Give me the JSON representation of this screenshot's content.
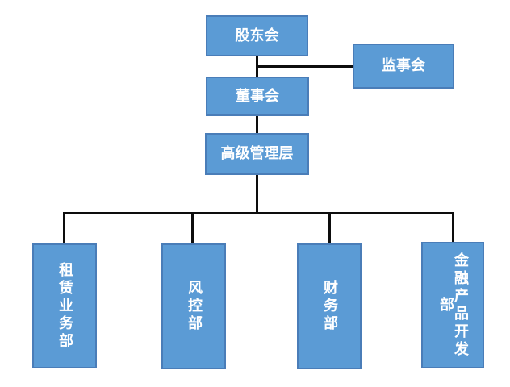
{
  "diagram_type": "org-chart",
  "colors": {
    "node_fill": "#5b9bd5",
    "node_border": "#4a7db8",
    "node_text": "#ffffff",
    "connector": "#0d0d0d",
    "background": "#ffffff"
  },
  "nodes": {
    "shareholders": {
      "label": "股东会"
    },
    "supervisory": {
      "label": "监事会"
    },
    "board": {
      "label": "董事会"
    },
    "senior": {
      "label": "高级管理层"
    },
    "leasing": {
      "label": "租赁业务部"
    },
    "risk": {
      "label": "风控部"
    },
    "finance": {
      "label": "财务部"
    },
    "product": {
      "label": "金融产品开发部"
    }
  },
  "edges": [
    {
      "from": "shareholders",
      "to": "board"
    },
    {
      "from": "shareholders",
      "to": "supervisory"
    },
    {
      "from": "board",
      "to": "senior"
    },
    {
      "from": "senior",
      "to": "leasing"
    },
    {
      "from": "senior",
      "to": "risk"
    },
    {
      "from": "senior",
      "to": "finance"
    },
    {
      "from": "senior",
      "to": "product"
    }
  ]
}
